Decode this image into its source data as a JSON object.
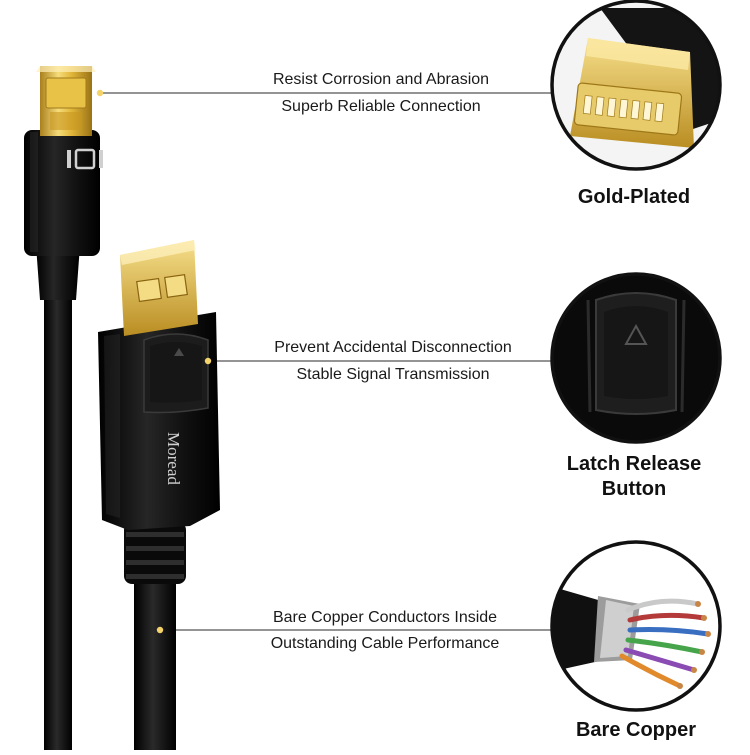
{
  "brand": "Moread",
  "mini_dp_icon": "displayport-icon",
  "features": [
    {
      "line1": "Resist Corrosion and Abrasion",
      "line2": "Superb Reliable Connection",
      "caption": "Gold-Plated",
      "detail_icon": "gold-plated-connector-closeup"
    },
    {
      "line1": "Prevent Accidental Disconnection",
      "line2": "Stable Signal Transmission",
      "caption_line1": "Latch Release",
      "caption_line2": "Button",
      "detail_icon": "latch-release-button-closeup"
    },
    {
      "line1": "Bare Copper Conductors Inside",
      "line2": "Outstanding Cable Performance",
      "caption": "Bare Copper",
      "detail_icon": "copper-wires-closeup"
    }
  ],
  "colors": {
    "gold": "#d8ac2e",
    "cable": "#0c0c0c",
    "callout_line": "#444444",
    "callout_dot": "#e8c640"
  }
}
